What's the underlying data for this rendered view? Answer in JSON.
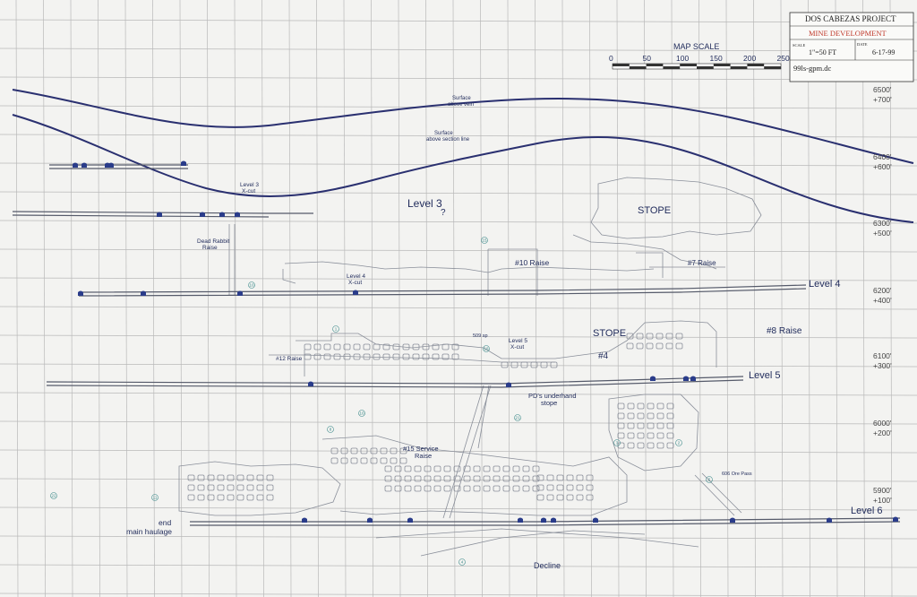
{
  "title_block": {
    "project": "DOS CABEZAS PROJECT",
    "subtitle": "MINE DEVELOPMENT",
    "scale_caption": "SCALE",
    "scale_value": "1\"=50 FT",
    "date_caption": "DATE",
    "date_value": "6-17-99",
    "file": "99ls-gpm.dc"
  },
  "map_scale": {
    "title": "MAP SCALE",
    "ticks": [
      "0",
      "50",
      "100",
      "150",
      "200",
      "250"
    ]
  },
  "elevations": [
    {
      "ft": "6500'",
      "rel": "+700'"
    },
    {
      "ft": "6400'",
      "rel": "+600'"
    },
    {
      "ft": "6300'",
      "rel": "+500'"
    },
    {
      "ft": "6200'",
      "rel": "+400'"
    },
    {
      "ft": "6100'",
      "rel": "+300'"
    },
    {
      "ft": "6000'",
      "rel": "+200'"
    },
    {
      "ft": "5900'",
      "rel": "+100'"
    }
  ],
  "labels": {
    "surface_vein_1": "Surface",
    "surface_vein_2": "above vein",
    "surface_section_1": "Surface",
    "surface_section_2": "above section line",
    "level3": "Level 3",
    "level3_q": "?",
    "level3_xcut_1": "Level 3",
    "level3_xcut_2": "X-cut",
    "dead_rabbit_1": "Dead Rabbit",
    "dead_rabbit_2": "Raise",
    "stope_upper": "STOPE",
    "stope_lower": "STOPE",
    "raise10": "#10 Raise",
    "raise7": "#7 Raise",
    "level4": "Level 4",
    "level4_xcut_1": "Level 4",
    "level4_xcut_2": "X-cut",
    "raise8": "#8 Raise",
    "raise12": "#12 Raise",
    "sp509": "509 sp",
    "level5_xcut_1": "Level 5",
    "level5_xcut_2": "X-cut",
    "num4": "#4",
    "level5": "Level 5",
    "pd_stope_1": "PD's underhand",
    "pd_stope_2": "stope",
    "raise15_1": "#15 Service",
    "raise15_2": "Raise",
    "ore_pass": "606 Ore Pass",
    "haulage_1": "end",
    "haulage_2": "main haulage",
    "level6": "Level 6",
    "decline": "Decline"
  },
  "survey_markers": [
    "1",
    "2",
    "3",
    "4",
    "5",
    "8",
    "10",
    "10",
    "11",
    "15",
    "18",
    "21",
    "22"
  ],
  "colors": {
    "ink": "#2a3070",
    "sketch": "#8a8f9a",
    "grid": "#b7b7b7",
    "paper": "#f3f3f1",
    "title_red": "#c0392b",
    "marker": "#3c8a8a"
  }
}
